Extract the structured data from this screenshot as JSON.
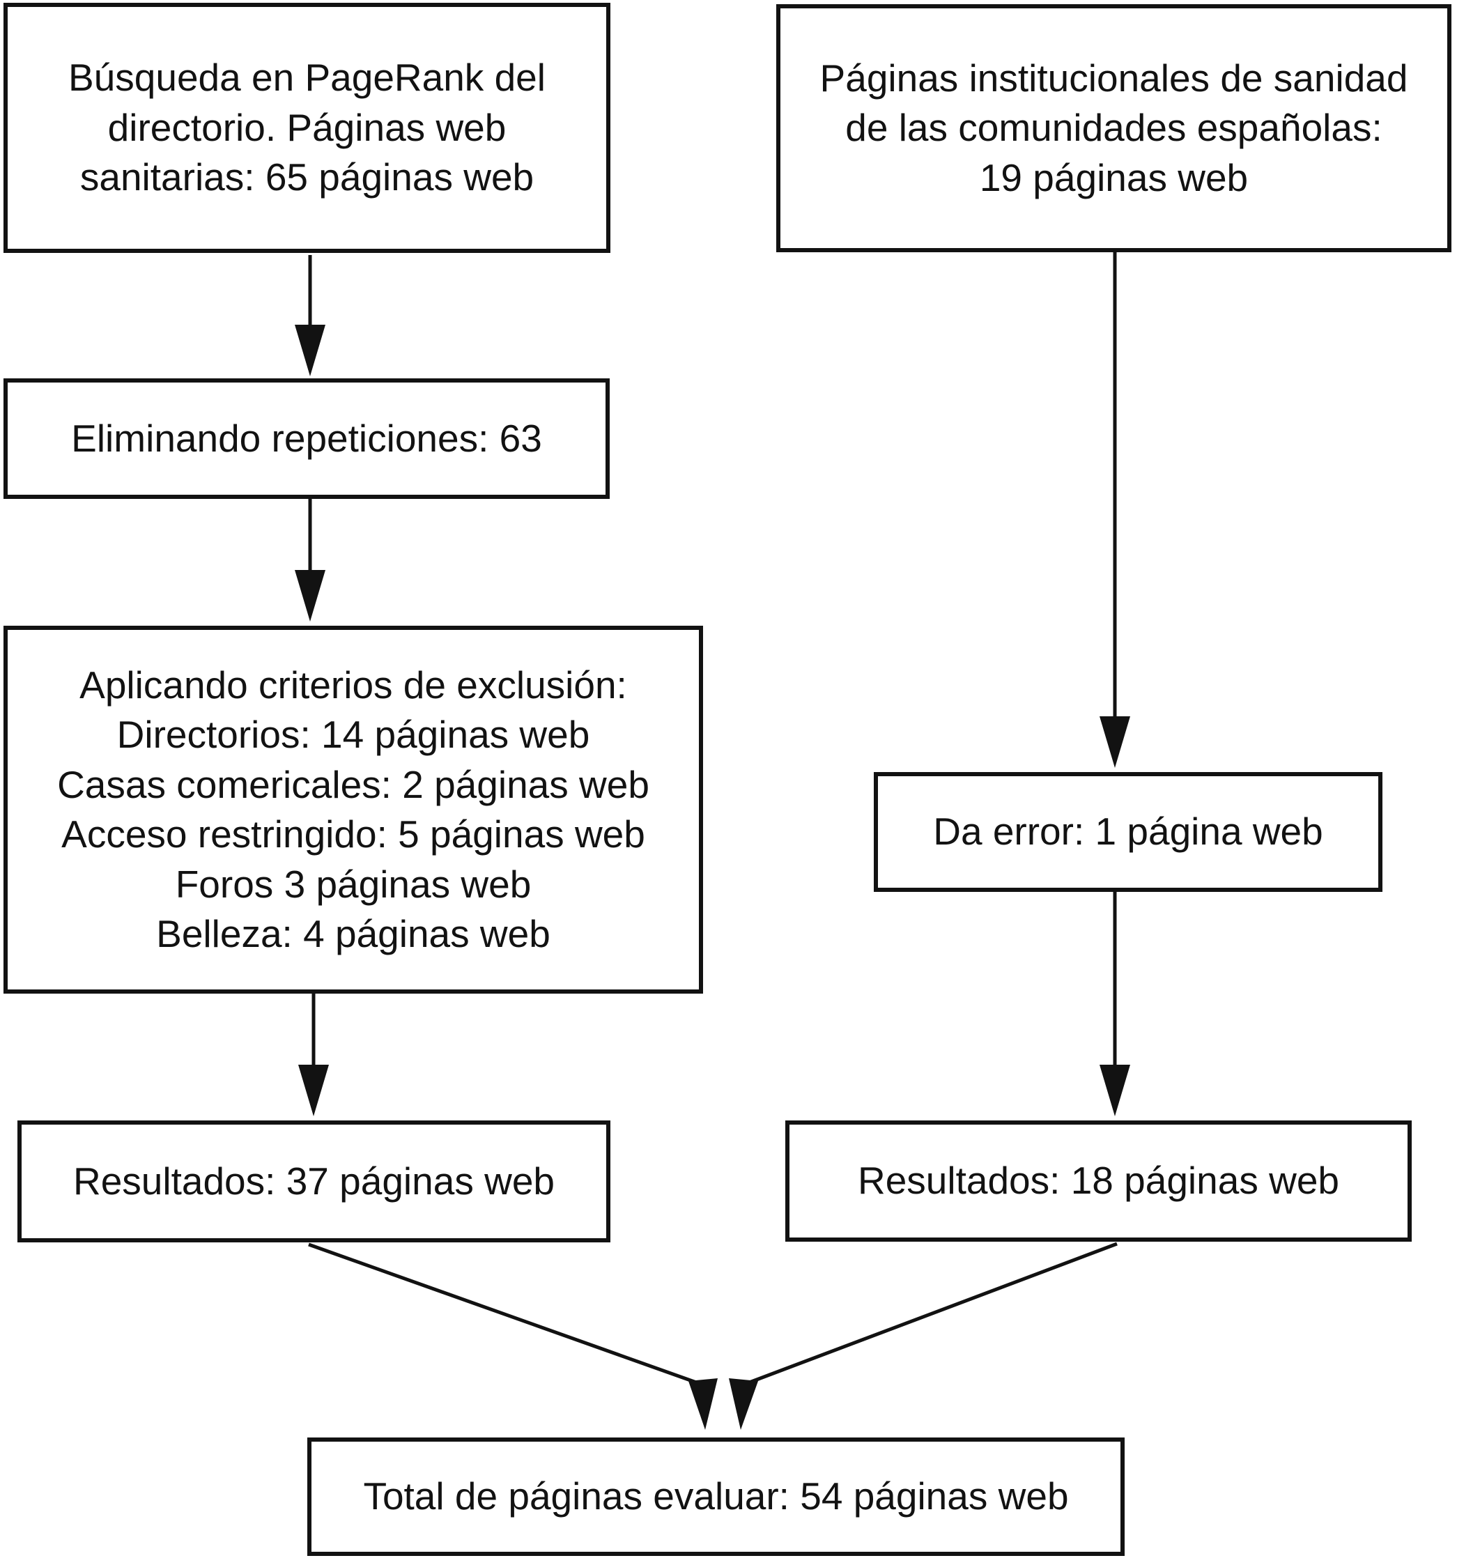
{
  "diagram": {
    "colors": {
      "ink": "#121212",
      "background": "#ffffff"
    },
    "nodes": {
      "pagerank_search": {
        "lines": [
          "Búsqueda en PageRank del",
          "directorio. Páginas web",
          "sanitarias: 65 páginas web"
        ]
      },
      "institutional_pages": {
        "lines": [
          "Páginas institucionales de sanidad",
          "de las comunidades españolas:",
          "19 páginas web"
        ]
      },
      "remove_duplicates": {
        "lines": [
          "Eliminando repeticiones: 63"
        ]
      },
      "exclusion_criteria": {
        "lines": [
          "Aplicando criterios de exclusión:",
          "Directorios: 14 páginas web",
          "Casas comericales: 2 páginas web",
          "Acceso restringido: 5 páginas web",
          "Foros 3 páginas web",
          "Belleza: 4 páginas web"
        ]
      },
      "error_pages": {
        "lines": [
          "Da error: 1 página web"
        ]
      },
      "results_left": {
        "lines": [
          "Resultados: 37 páginas web"
        ]
      },
      "results_right": {
        "lines": [
          "Resultados: 18 páginas web"
        ]
      },
      "total": {
        "lines": [
          "Total de páginas evaluar: 54 páginas web"
        ]
      }
    },
    "edges": [
      {
        "from": "pagerank_search",
        "to": "remove_duplicates"
      },
      {
        "from": "remove_duplicates",
        "to": "exclusion_criteria"
      },
      {
        "from": "exclusion_criteria",
        "to": "results_left"
      },
      {
        "from": "institutional_pages",
        "to": "error_pages"
      },
      {
        "from": "error_pages",
        "to": "results_right"
      },
      {
        "from": "results_left",
        "to": "total"
      },
      {
        "from": "results_right",
        "to": "total"
      }
    ]
  }
}
